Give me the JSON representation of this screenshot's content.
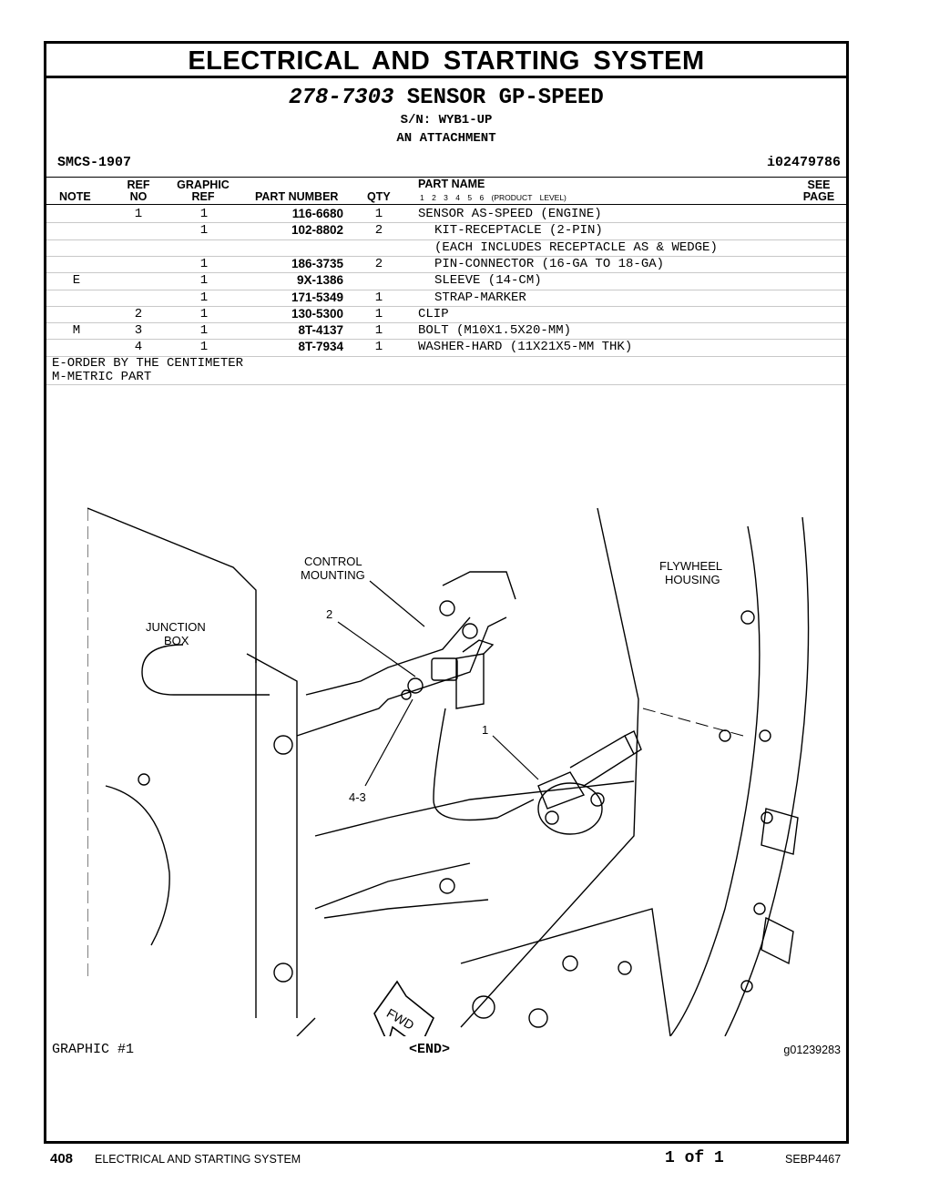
{
  "page_title": "ELECTRICAL AND STARTING SYSTEM",
  "group": {
    "part_number": "278-7303",
    "name": "SENSOR GP-SPEED",
    "serial": "S/N: WYB1-UP",
    "attachment": "AN ATTACHMENT",
    "smcs": "SMCS-1907",
    "id": "i02479786"
  },
  "table": {
    "headers": {
      "note": "NOTE",
      "ref_top": "REF",
      "ref_bottom": "NO",
      "graphic_top": "GRAPHIC",
      "graphic_bottom": "REF",
      "part_number": "PART NUMBER",
      "qty": "QTY",
      "part_name": "PART NAME",
      "product_level": "1 2 3 4 5 6 (PRODUCT LEVEL)",
      "see_top": "SEE",
      "see_bottom": "PAGE"
    },
    "rows": [
      {
        "note": "",
        "ref": "1",
        "graphic": "1",
        "part_number": "116-6680",
        "qty": "1",
        "name": "SENSOR AS-SPEED (ENGINE)",
        "indent": 0
      },
      {
        "note": "",
        "ref": "",
        "graphic": "1",
        "part_number": "102-8802",
        "qty": "2",
        "name": "KIT-RECEPTACLE (2-PIN)",
        "indent": 1
      },
      {
        "note": "",
        "ref": "",
        "graphic": "",
        "part_number": "",
        "qty": "",
        "name": "(EACH INCLUDES RECEPTACLE AS & WEDGE)",
        "indent": 1
      },
      {
        "note": "",
        "ref": "",
        "graphic": "1",
        "part_number": "186-3735",
        "qty": "2",
        "name": "PIN-CONNECTOR (16-GA TO 18-GA)",
        "indent": 1
      },
      {
        "note": "E",
        "ref": "",
        "graphic": "1",
        "part_number": "9X-1386",
        "qty": "",
        "name": "SLEEVE (14-CM)",
        "indent": 1
      },
      {
        "note": "",
        "ref": "",
        "graphic": "1",
        "part_number": "171-5349",
        "qty": "1",
        "name": "STRAP-MARKER",
        "indent": 1
      },
      {
        "note": "",
        "ref": "2",
        "graphic": "1",
        "part_number": "130-5300",
        "qty": "1",
        "name": "CLIP",
        "indent": 0
      },
      {
        "note": "M",
        "ref": "3",
        "graphic": "1",
        "part_number": "8T-4137",
        "qty": "1",
        "name": "BOLT (M10X1.5X20-MM)",
        "indent": 0
      },
      {
        "note": "",
        "ref": "4",
        "graphic": "1",
        "part_number": "8T-7934",
        "qty": "1",
        "name": "WASHER-HARD (11X21X5-MM THK)",
        "indent": 0
      }
    ],
    "notes": [
      "E-ORDER BY THE CENTIMETER",
      "M-METRIC PART"
    ]
  },
  "diagram": {
    "labels": {
      "control_mounting_1": "CONTROL",
      "control_mounting_2": "MOUNTING",
      "flywheel_1": "FLYWHEEL",
      "flywheel_2": "HOUSING",
      "junction_1": "JUNCTION",
      "junction_2": "BOX",
      "callout_2": "2",
      "callout_1": "1",
      "callout_43": "4-3",
      "fwd": "FWD"
    }
  },
  "graphic_label": "GRAPHIC #1",
  "end_label": "<END>",
  "graphic_id": "g01239283",
  "footer": {
    "page_number": "408",
    "section": "ELECTRICAL AND STARTING SYSTEM",
    "page_of": "1 of 1",
    "document": "SEBP4467"
  }
}
